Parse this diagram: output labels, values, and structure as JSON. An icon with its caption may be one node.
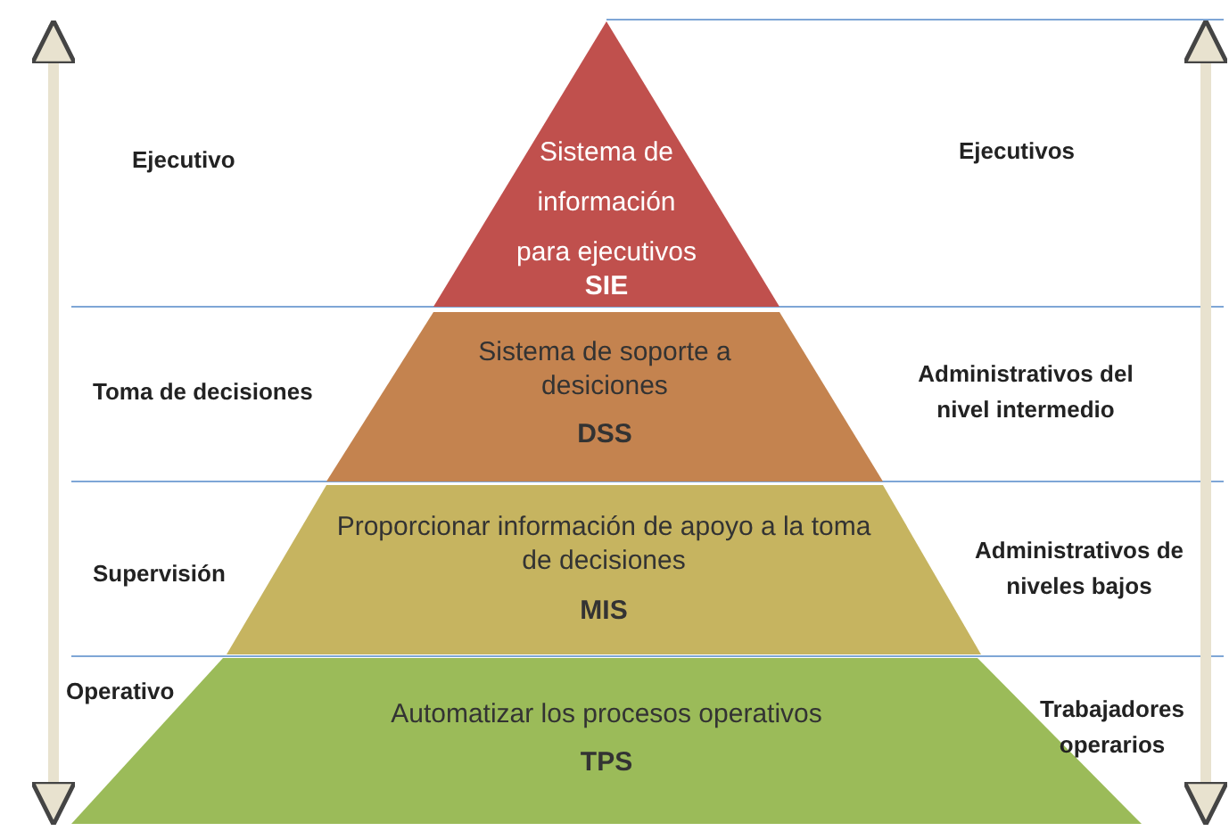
{
  "diagram": {
    "nodes": [
      {
        "text": [
          "Sistema de información para ejecutivos",
          "SIE"
        ]
      },
      {
        "text": [
          "Sistema de soporte a desiciones",
          "DSS"
        ]
      },
      {
        "text": [
          "Proporcionar información de apoyo a la toma de decisiones",
          "MIS"
        ]
      },
      {
        "text": [
          "Automatizar los procesos operativos",
          "TPS"
        ]
      }
    ],
    "labels": [
      "Ejecutivo",
      "Ejecutivos",
      "Toma de decisiones",
      "Administrativos del nivel intermedio",
      "Supervisión",
      "Administrativos de niveles bajos",
      "Operativo",
      "Trabajadores operarios"
    ]
  }
}
